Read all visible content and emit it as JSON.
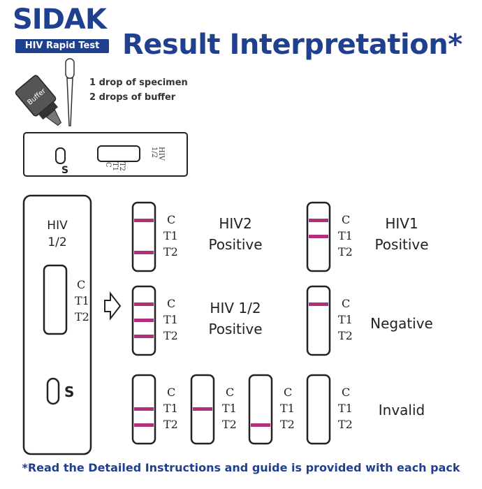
{
  "brand": {
    "logo": "SIDAK",
    "tagline": "HIV Rapid Test",
    "color": "#1f3f8f"
  },
  "title": "Result Interpretation*",
  "instructions": {
    "specimen": "1 drop of specimen",
    "buffer": "2 drops of buffer",
    "bottle_label": "Buffer"
  },
  "device": {
    "name_line1": "HIV",
    "name_line2": "1/2",
    "sample_label": "S",
    "line_labels": [
      "C",
      "T1",
      "T2"
    ]
  },
  "line_color": "#b0307a",
  "results": [
    {
      "label_line1": "HIV2",
      "label_line2": "Positive",
      "lines": [
        true,
        false,
        true
      ]
    },
    {
      "label_line1": "HIV1",
      "label_line2": "Positive",
      "lines": [
        true,
        true,
        false
      ]
    },
    {
      "label_line1": "HIV 1/2",
      "label_line2": "Positive",
      "lines": [
        true,
        true,
        true
      ]
    },
    {
      "label_line1": "Negative",
      "label_line2": "",
      "lines": [
        true,
        false,
        false
      ]
    },
    {
      "label_line1": "Invalid",
      "label_line2": "",
      "strips": [
        [
          false,
          true,
          true
        ],
        [
          false,
          true,
          false
        ],
        [
          false,
          false,
          true
        ],
        [
          false,
          false,
          false
        ]
      ]
    }
  ],
  "footer": "*Read the Detailed Instructions and guide is provided with each pack"
}
